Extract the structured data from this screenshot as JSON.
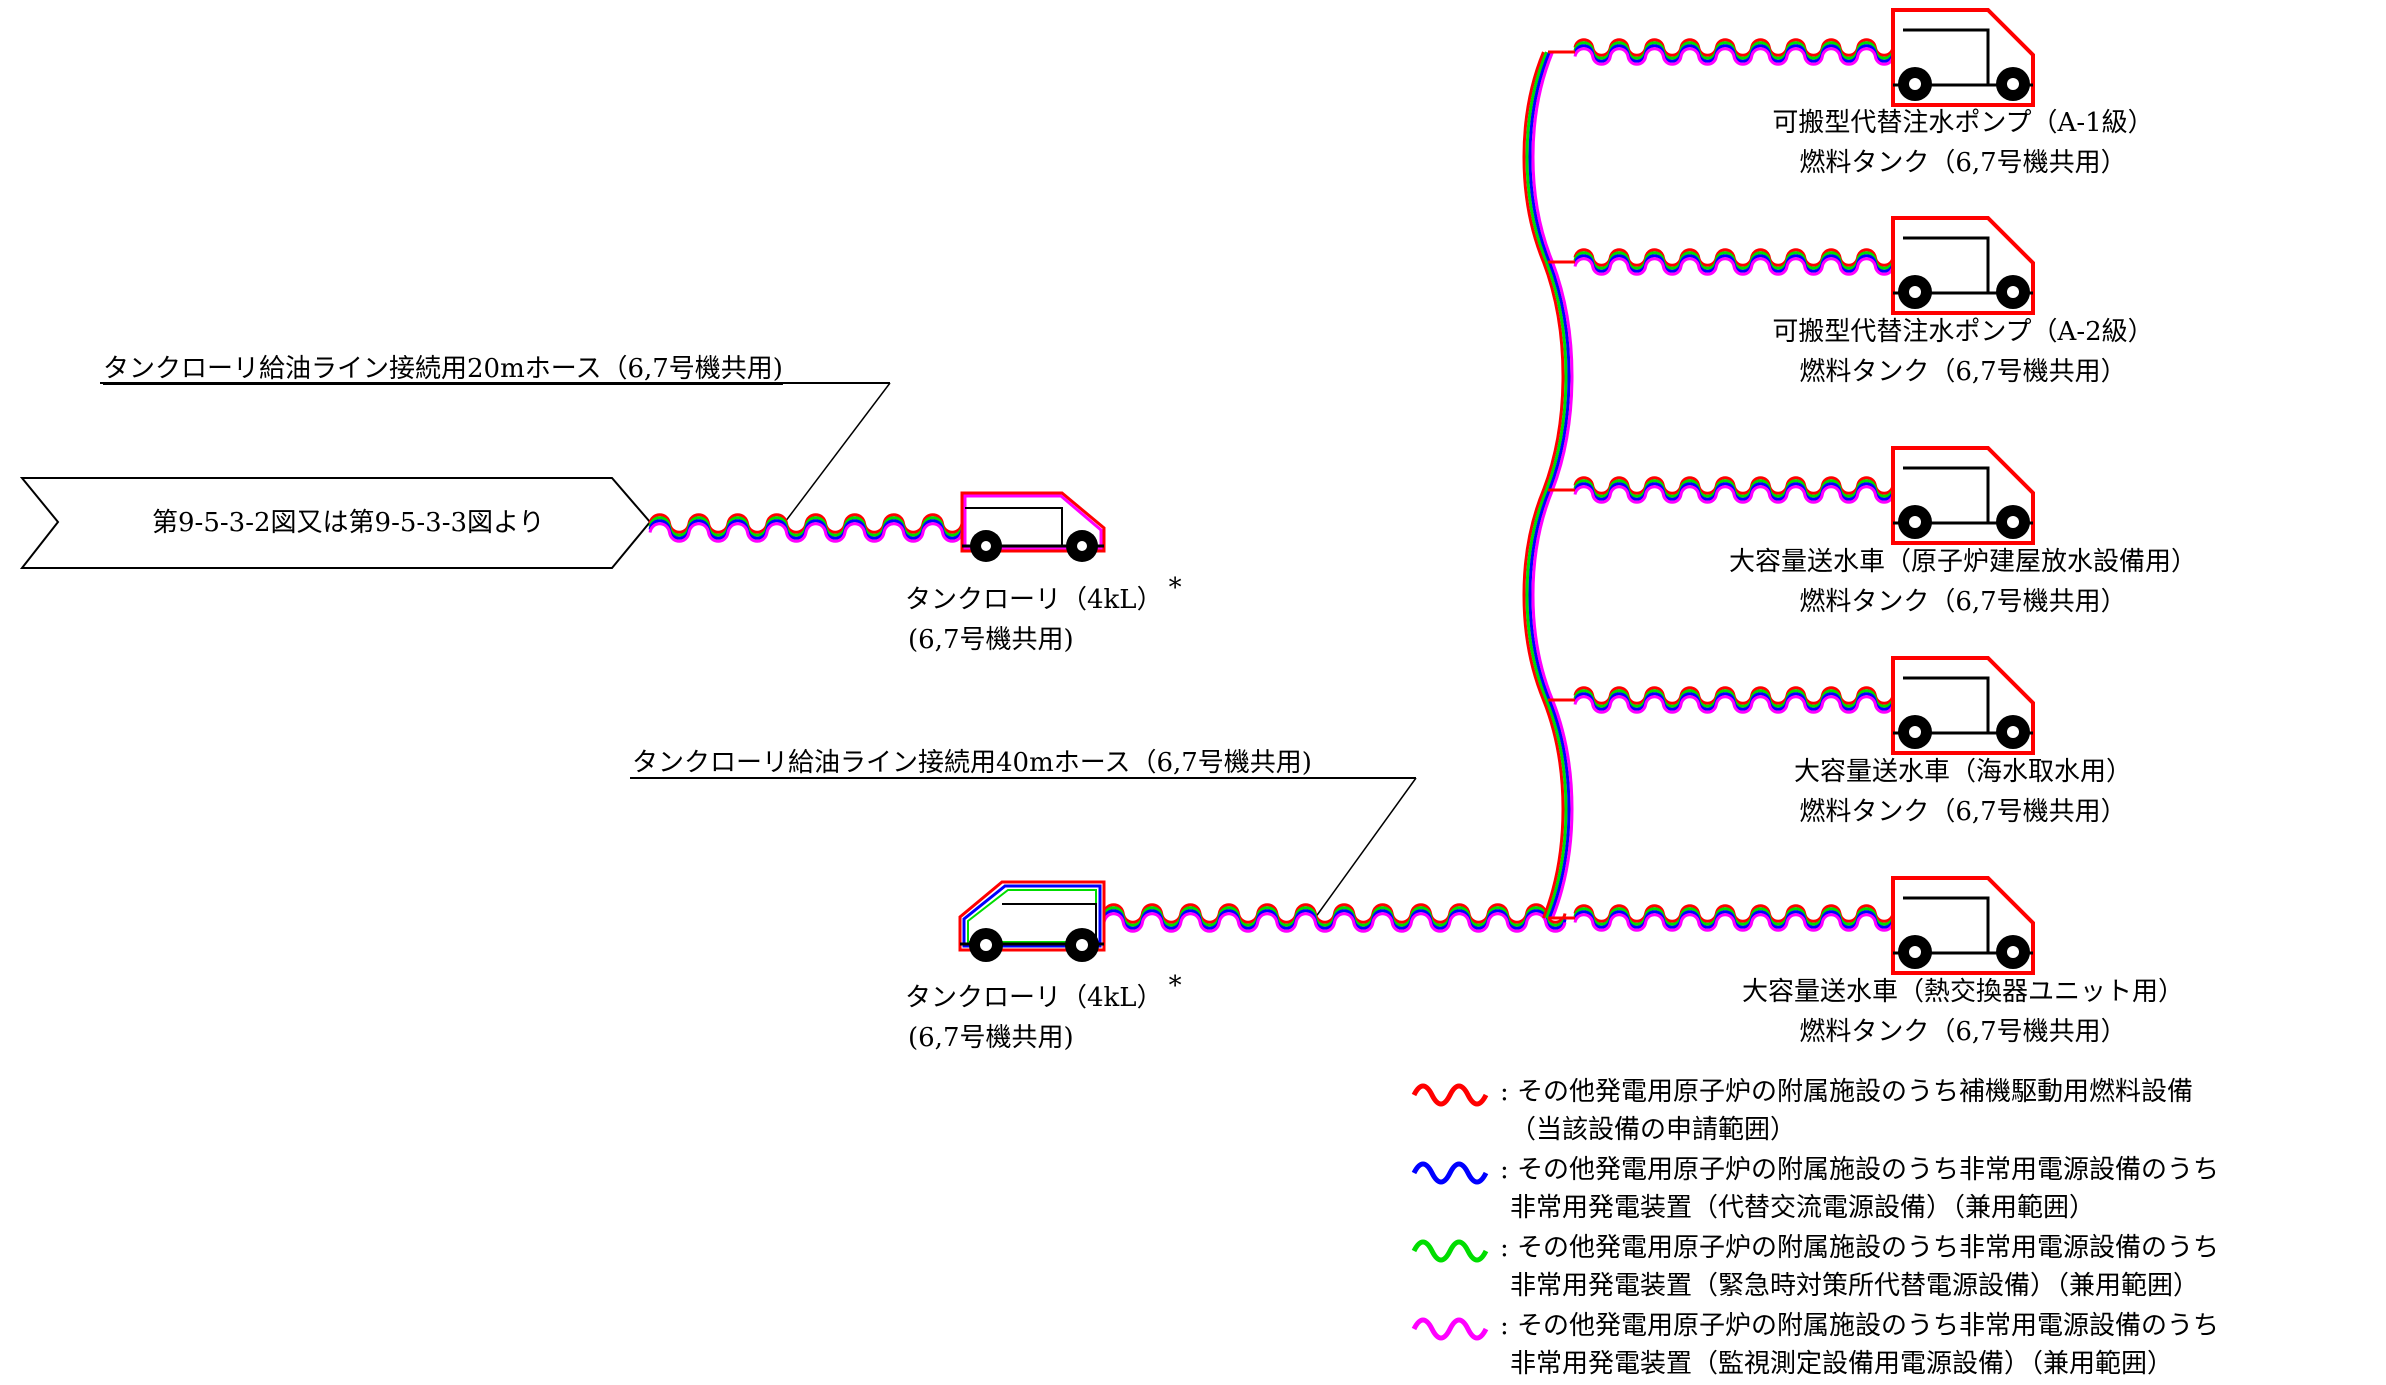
{
  "source": {
    "label": "第9-5-3-2図又は第9-5-3-3図より"
  },
  "hose_20m": {
    "label": "タンクローリ給油ライン接続用20mホース（6,7号機共用)"
  },
  "hose_40m": {
    "label": "タンクローリ給油ライン接続用40mホース（6,7号機共用)"
  },
  "tank_lorry_1": {
    "line1": "タンクローリ（4kL）",
    "asterisk": "*",
    "line2": "(6,7号機共用)"
  },
  "tank_lorry_2": {
    "line1": "タンクローリ（4kL）",
    "asterisk": "*",
    "line2": "(6,7号機共用)"
  },
  "destinations": [
    {
      "line1": "可搬型代替注水ポンプ（A-1級）",
      "line2": "燃料タンク（6,7号機共用）"
    },
    {
      "line1": "可搬型代替注水ポンプ（A-2級）",
      "line2": "燃料タンク（6,7号機共用）"
    },
    {
      "line1": "大容量送水車（原子炉建屋放水設備用）",
      "line2": "燃料タンク（6,7号機共用）"
    },
    {
      "line1": "大容量送水車（海水取水用）",
      "line2": "燃料タンク（6,7号機共用）"
    },
    {
      "line1": "大容量送水車（熱交換器ユニット用）",
      "line2": "燃料タンク（6,7号機共用）"
    }
  ],
  "legend": [
    {
      "color": "#ff0000",
      "line1": ": その他発電用原子炉の附属施設のうち補機駆動用燃料設備",
      "line2": "（当該設備の申請範囲）"
    },
    {
      "color": "#0000ff",
      "line1": ": その他発電用原子炉の附属施設のうち非常用電源設備のうち",
      "line2": "非常用発電装置（代替交流電源設備）（兼用範囲）"
    },
    {
      "color": "#00dd00",
      "line1": ": その他発電用原子炉の附属施設のうち非常用電源設備のうち",
      "line2": "非常用発電装置（緊急時対策所代替電源設備）（兼用範囲）"
    },
    {
      "color": "#ff00ff",
      "line1": ": その他発電用原子炉の附属施設のうち非常用電源設備のうち",
      "line2": "非常用発電装置（監視測定設備用電源設備）（兼用範囲）"
    }
  ],
  "colors": {
    "red": "#ff0000",
    "blue": "#0000ff",
    "green": "#00dd00",
    "magenta": "#ff00ff"
  }
}
